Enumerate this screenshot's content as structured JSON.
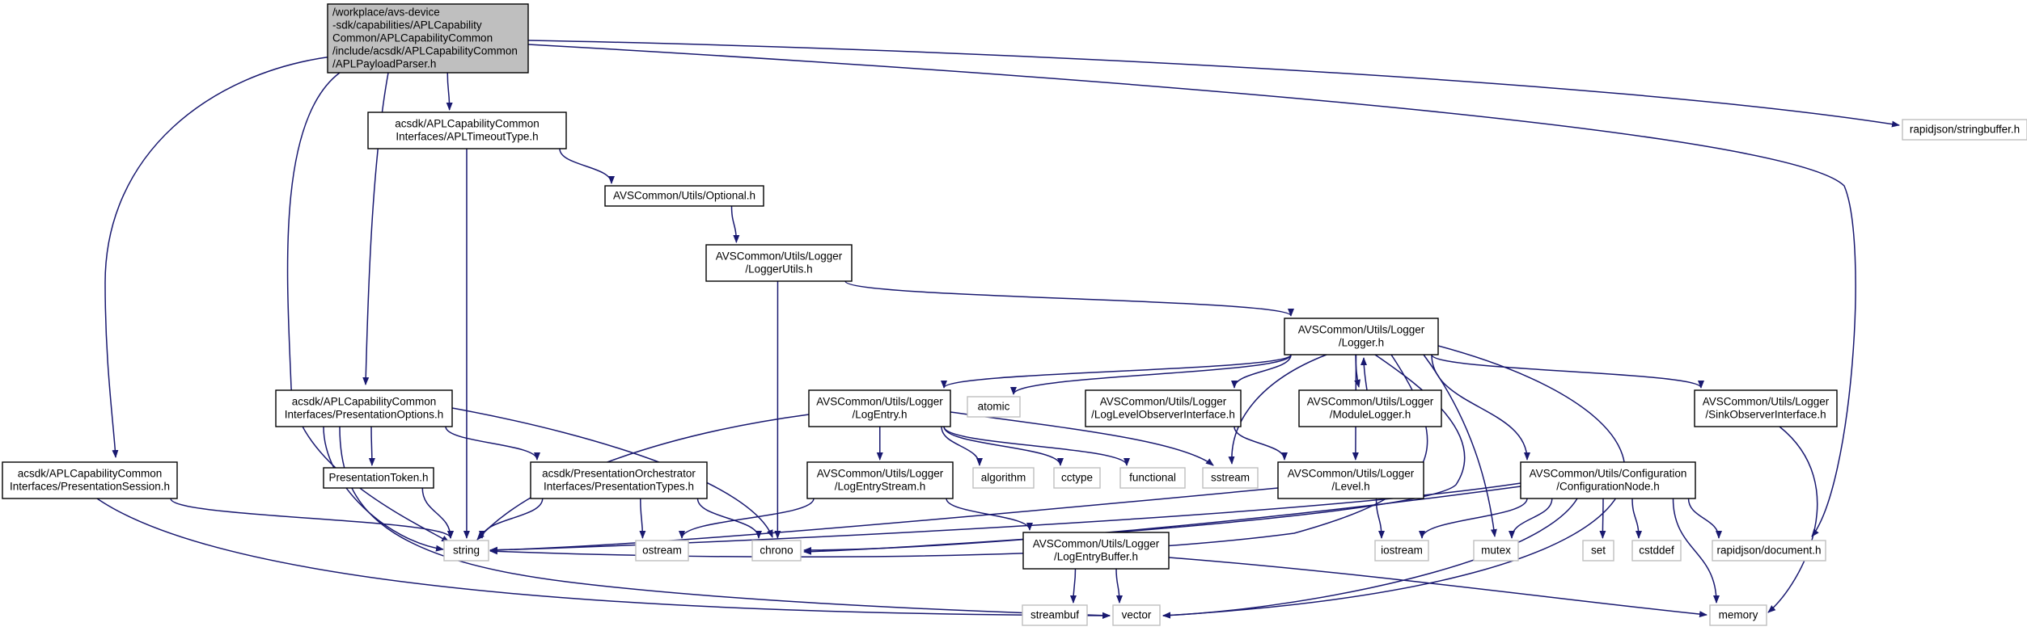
{
  "diagram": {
    "colors": {
      "edge": "#191970",
      "root_fill": "#bfbfbf",
      "root_stroke": "#000000",
      "file_fill": "#ffffff",
      "file_stroke": "#000000",
      "system_stroke": "#bfbfbf"
    },
    "nodes": [
      {
        "id": "root",
        "kind": "root",
        "lines": [
          "/workplace/avs-device",
          "-sdk/capabilities/APLCapability",
          "Common/APLCapabilityCommon",
          "/include/acsdk/APLCapabilityCommon",
          "/APLPayloadParser.h"
        ]
      },
      {
        "id": "timeout",
        "kind": "file",
        "lines": [
          "acsdk/APLCapabilityCommon",
          "Interfaces/APLTimeoutType.h"
        ]
      },
      {
        "id": "optional",
        "kind": "file",
        "lines": [
          "AVSCommon/Utils/Optional.h"
        ]
      },
      {
        "id": "loggerutils",
        "kind": "file",
        "lines": [
          "AVSCommon/Utils/Logger",
          "/LoggerUtils.h"
        ]
      },
      {
        "id": "logger",
        "kind": "file",
        "lines": [
          "AVSCommon/Utils/Logger",
          "/Logger.h"
        ]
      },
      {
        "id": "presopts",
        "kind": "file",
        "lines": [
          "acsdk/APLCapabilityCommon",
          "Interfaces/PresentationOptions.h"
        ]
      },
      {
        "id": "logentry",
        "kind": "file",
        "lines": [
          "AVSCommon/Utils/Logger",
          "/LogEntry.h"
        ]
      },
      {
        "id": "atomic",
        "kind": "system",
        "lines": [
          "atomic"
        ]
      },
      {
        "id": "loglevelobs",
        "kind": "file",
        "lines": [
          "AVSCommon/Utils/Logger",
          "/LogLevelObserverInterface.h"
        ]
      },
      {
        "id": "modulelogger",
        "kind": "file",
        "lines": [
          "AVSCommon/Utils/Logger",
          "/ModuleLogger.h"
        ]
      },
      {
        "id": "sinkobs",
        "kind": "file",
        "lines": [
          "AVSCommon/Utils/Logger",
          "/SinkObserverInterface.h"
        ]
      },
      {
        "id": "stringbuffer",
        "kind": "system",
        "lines": [
          "rapidjson/stringbuffer.h"
        ]
      },
      {
        "id": "session",
        "kind": "file",
        "lines": [
          "acsdk/APLCapabilityCommon",
          "Interfaces/PresentationSession.h"
        ]
      },
      {
        "id": "prestoken",
        "kind": "file",
        "lines": [
          "PresentationToken.h"
        ]
      },
      {
        "id": "prestypes",
        "kind": "file",
        "lines": [
          "acsdk/PresentationOrchestrator",
          "Interfaces/PresentationTypes.h"
        ]
      },
      {
        "id": "logentrystream",
        "kind": "file",
        "lines": [
          "AVSCommon/Utils/Logger",
          "/LogEntryStream.h"
        ]
      },
      {
        "id": "algorithm",
        "kind": "system",
        "lines": [
          "algorithm"
        ]
      },
      {
        "id": "cctype",
        "kind": "system",
        "lines": [
          "cctype"
        ]
      },
      {
        "id": "functional",
        "kind": "system",
        "lines": [
          "functional"
        ]
      },
      {
        "id": "sstream",
        "kind": "system",
        "lines": [
          "sstream"
        ]
      },
      {
        "id": "level",
        "kind": "file",
        "lines": [
          "AVSCommon/Utils/Logger",
          "/Level.h"
        ]
      },
      {
        "id": "confignode",
        "kind": "file",
        "lines": [
          "AVSCommon/Utils/Configuration",
          "/ConfigurationNode.h"
        ]
      },
      {
        "id": "string",
        "kind": "system",
        "lines": [
          "string"
        ]
      },
      {
        "id": "ostream",
        "kind": "system",
        "lines": [
          "ostream"
        ]
      },
      {
        "id": "chrono",
        "kind": "system",
        "lines": [
          "chrono"
        ]
      },
      {
        "id": "logentrybuffer",
        "kind": "file",
        "lines": [
          "AVSCommon/Utils/Logger",
          "/LogEntryBuffer.h"
        ]
      },
      {
        "id": "iostream",
        "kind": "system",
        "lines": [
          "iostream"
        ]
      },
      {
        "id": "mutex",
        "kind": "system",
        "lines": [
          "mutex"
        ]
      },
      {
        "id": "set",
        "kind": "system",
        "lines": [
          "set"
        ]
      },
      {
        "id": "cstddef",
        "kind": "system",
        "lines": [
          "cstddef"
        ]
      },
      {
        "id": "document",
        "kind": "system",
        "lines": [
          "rapidjson/document.h"
        ]
      },
      {
        "id": "streambuf",
        "kind": "system",
        "lines": [
          "streambuf"
        ]
      },
      {
        "id": "vector",
        "kind": "system",
        "lines": [
          "vector"
        ]
      },
      {
        "id": "memory",
        "kind": "system",
        "lines": [
          "memory"
        ]
      }
    ],
    "edges": [
      [
        "root",
        "timeout"
      ],
      [
        "root",
        "presopts"
      ],
      [
        "root",
        "session"
      ],
      [
        "root",
        "string"
      ],
      [
        "root",
        "stringbuffer"
      ],
      [
        "root",
        "document"
      ],
      [
        "timeout",
        "optional"
      ],
      [
        "timeout",
        "string"
      ],
      [
        "optional",
        "loggerutils"
      ],
      [
        "loggerutils",
        "logger"
      ],
      [
        "loggerutils",
        "chrono"
      ],
      [
        "logger",
        "logentry"
      ],
      [
        "logger",
        "atomic"
      ],
      [
        "logger",
        "loglevelobs"
      ],
      [
        "logger",
        "modulelogger"
      ],
      [
        "logger",
        "sinkobs"
      ],
      [
        "logger",
        "sstream"
      ],
      [
        "logger",
        "level"
      ],
      [
        "logger",
        "confignode"
      ],
      [
        "logger",
        "mutex"
      ],
      [
        "logger",
        "vector"
      ],
      [
        "logger",
        "chrono"
      ],
      [
        "logger",
        "string"
      ],
      [
        "modulelogger",
        "logger"
      ],
      [
        "presopts",
        "prestoken"
      ],
      [
        "presopts",
        "prestypes"
      ],
      [
        "presopts",
        "string"
      ],
      [
        "presopts",
        "chrono"
      ],
      [
        "presopts",
        "vector"
      ],
      [
        "session",
        "string"
      ],
      [
        "session",
        "vector"
      ],
      [
        "prestoken",
        "string"
      ],
      [
        "prestypes",
        "string"
      ],
      [
        "prestypes",
        "ostream"
      ],
      [
        "prestypes",
        "chrono"
      ],
      [
        "logentry",
        "logentrystream"
      ],
      [
        "logentry",
        "algorithm"
      ],
      [
        "logentry",
        "cctype"
      ],
      [
        "logentry",
        "functional"
      ],
      [
        "logentry",
        "sstream"
      ],
      [
        "logentry",
        "string"
      ],
      [
        "logentrystream",
        "logentrybuffer"
      ],
      [
        "logentrystream",
        "ostream"
      ],
      [
        "logentrybuffer",
        "streambuf"
      ],
      [
        "logentrybuffer",
        "vector"
      ],
      [
        "logentrybuffer",
        "memory"
      ],
      [
        "loglevelobs",
        "level"
      ],
      [
        "level",
        "iostream"
      ],
      [
        "level",
        "string"
      ],
      [
        "confignode",
        "string"
      ],
      [
        "confignode",
        "chrono"
      ],
      [
        "confignode",
        "iostream"
      ],
      [
        "confignode",
        "mutex"
      ],
      [
        "confignode",
        "set"
      ],
      [
        "confignode",
        "cstddef"
      ],
      [
        "confignode",
        "document"
      ],
      [
        "confignode",
        "memory"
      ],
      [
        "confignode",
        "vector"
      ],
      [
        "sinkobs",
        "memory"
      ]
    ]
  }
}
